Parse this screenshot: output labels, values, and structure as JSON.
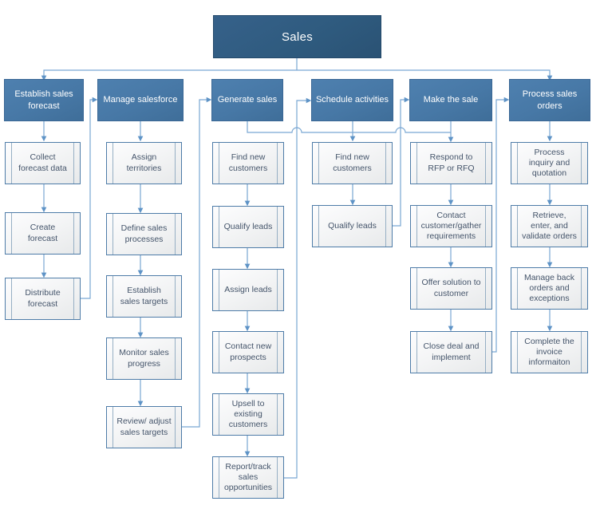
{
  "root": {
    "label": "Sales"
  },
  "columns": [
    {
      "header": "Establish sales forecast",
      "steps": [
        "Collect forecast data",
        "Create forecast",
        "Distribute forecast"
      ]
    },
    {
      "header": "Manage salesforce",
      "steps": [
        "Assign territories",
        "Define sales processes",
        "Establish sales targets",
        "Monitor sales progress",
        "Review/ adjust sales targets"
      ]
    },
    {
      "header": "Generate sales",
      "steps": [
        "Find new customers",
        "Qualify leads",
        "Assign leads",
        "Contact new prospects",
        "Upsell to existing customers",
        "Report/track sales opportunities"
      ]
    },
    {
      "header": "Schedule activities",
      "steps": [
        "Find new customers",
        "Qualify leads"
      ]
    },
    {
      "header": "Make the sale",
      "steps": [
        "Respond to RFP or RFQ",
        "Contact customer/gather requirements",
        "Offer solution to customer",
        "Close deal and implement"
      ]
    },
    {
      "header": "Process sales orders",
      "steps": [
        "Process inquiry and quotation",
        "Retrieve, enter, and validate orders",
        "Manage back orders and exceptions",
        "Complete the invoice informaiton"
      ]
    }
  ],
  "colors": {
    "root_fill": "#2F5B7F",
    "header_fill": "#4778A6",
    "connector_line": "#79A7D3",
    "arrowhead": "#5E93C6",
    "step_border": "#4E7CA8",
    "step_text": "#44546A"
  }
}
